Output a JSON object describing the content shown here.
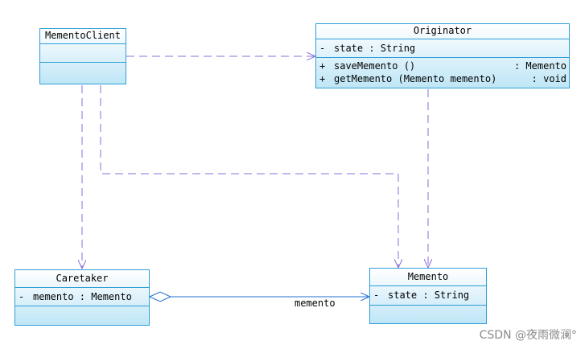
{
  "classes": {
    "client": {
      "name": "MementoClient"
    },
    "originator": {
      "name": "Originator",
      "attributes": [
        {
          "vis": "-",
          "text": "state : String"
        }
      ],
      "operations": [
        {
          "vis": "+",
          "text": "saveMemento ()",
          "ret": ": Memento"
        },
        {
          "vis": "+",
          "text": "getMemento (Memento memento)",
          "ret": ": void"
        }
      ]
    },
    "caretaker": {
      "name": "Caretaker",
      "attributes": [
        {
          "vis": "-",
          "text": "memento : Memento"
        }
      ]
    },
    "memento": {
      "name": "Memento",
      "attributes": [
        {
          "vis": "-",
          "text": "state : String"
        }
      ]
    }
  },
  "association_label": "memento",
  "watermark": "CSDN @夜雨微澜°",
  "colors": {
    "class_border": "#2f9ed7",
    "dependency": "#8c6cd9",
    "association": "#1f6fd1"
  }
}
